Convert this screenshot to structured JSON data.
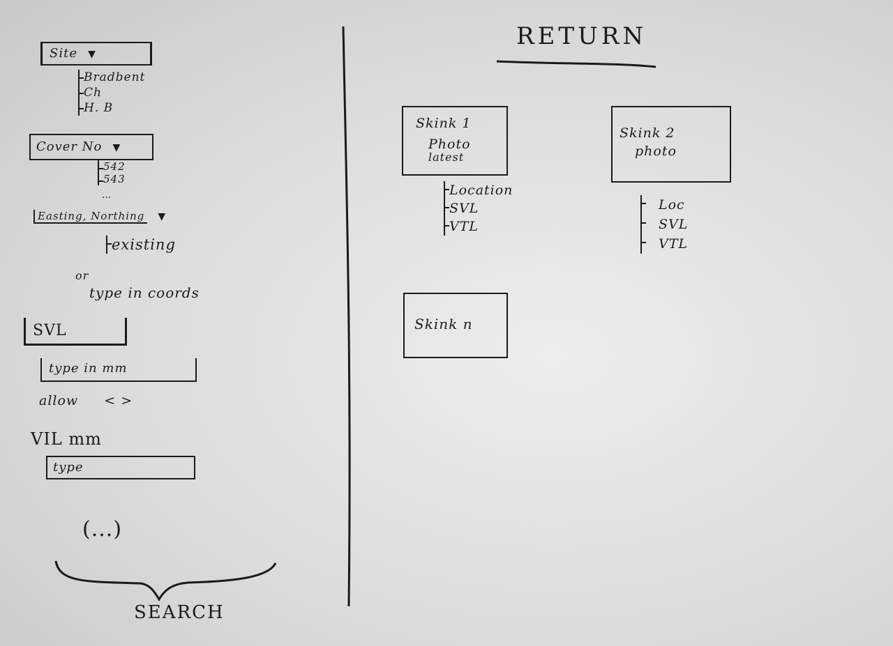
{
  "left_panel": {
    "site": {
      "label": "Site",
      "options": [
        "Bradbent",
        "Ch",
        "H. B"
      ]
    },
    "cover_no": {
      "label": "Cover No",
      "options": [
        "542",
        "543"
      ],
      "more": "..."
    },
    "easting_northing": {
      "label": "Easting, Northing",
      "options": [
        "existing"
      ],
      "or_text": "or",
      "alt_text": "type in coords"
    },
    "svl": {
      "label": "SVL",
      "input_placeholder": "type in mm",
      "allow_text": "allow",
      "allow_symbols": "< >"
    },
    "vil": {
      "label": "VIL mm",
      "input_placeholder": "type"
    },
    "ellipsis": "(...)",
    "search_label": "SEARCH"
  },
  "right_panel": {
    "title": "RETURN",
    "cards": [
      {
        "title": "Skink 1",
        "line2": "Photo",
        "line3": "latest",
        "details": [
          "Location",
          "SVL",
          "VTL"
        ]
      },
      {
        "title": "Skink 2",
        "line2": "photo",
        "details": [
          "Loc",
          "SVL",
          "VTL"
        ]
      },
      {
        "title": "Skink n"
      }
    ]
  },
  "icons": {
    "dropdown": "triangle-down-icon",
    "brace": "curly-brace-icon"
  }
}
